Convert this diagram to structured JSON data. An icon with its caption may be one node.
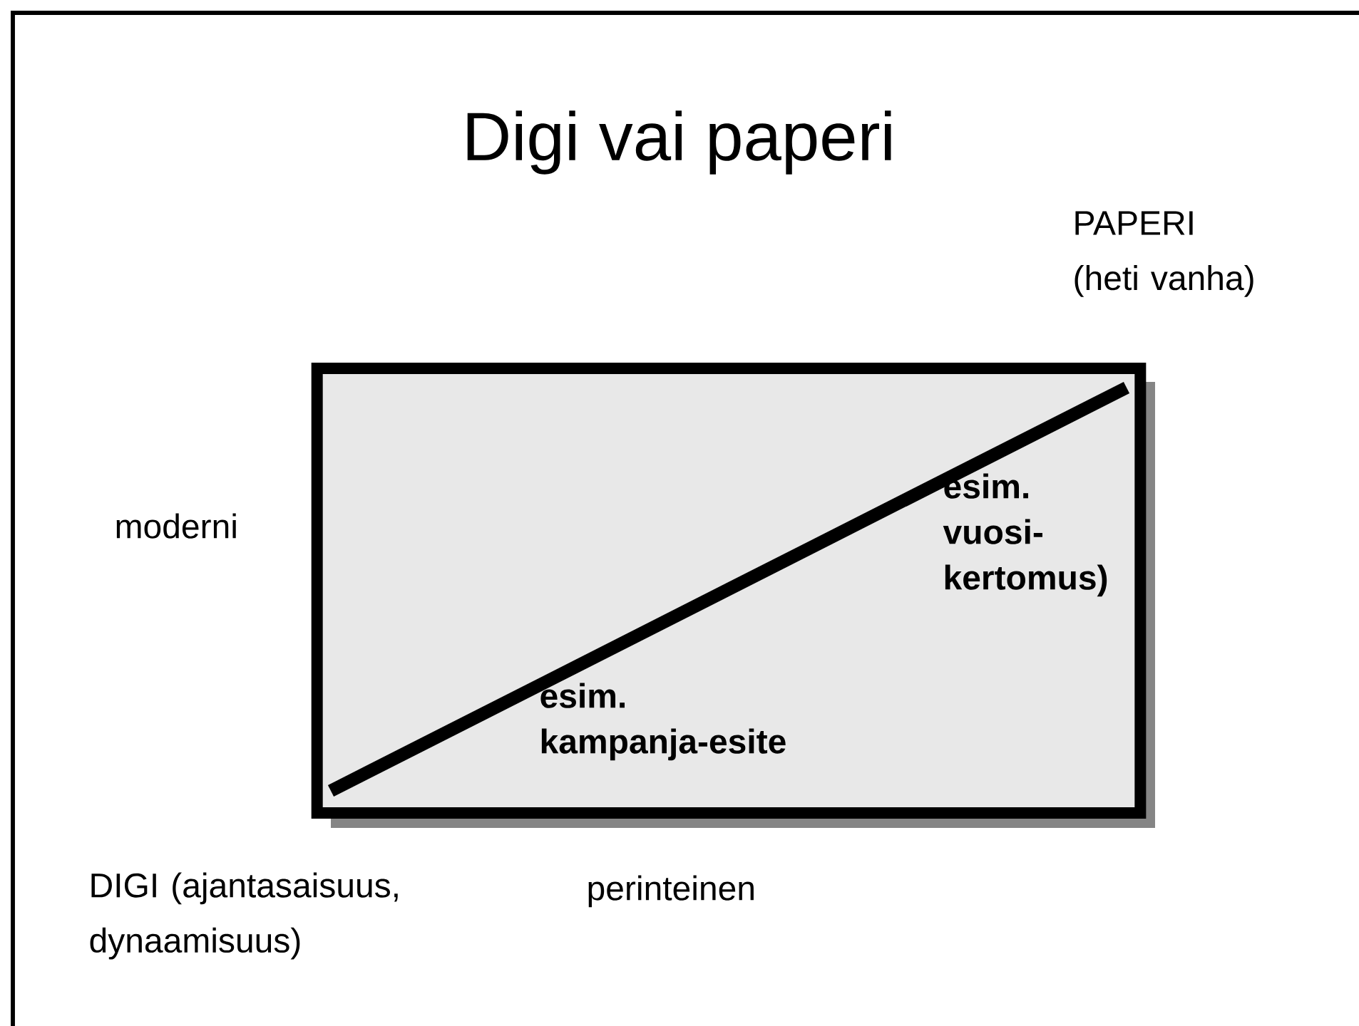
{
  "diagram": {
    "title": "Digi vai paperi",
    "nodes": [
      {
        "text": [
          "esim. kampanja-esite",
          "esim. vuosi-kertomus)"
        ]
      }
    ],
    "labels": [
      "PAPERI (heti vanha)",
      "moderni",
      "DIGI (ajantasaisuus, dynaamisuus)",
      "perinteinen"
    ]
  }
}
